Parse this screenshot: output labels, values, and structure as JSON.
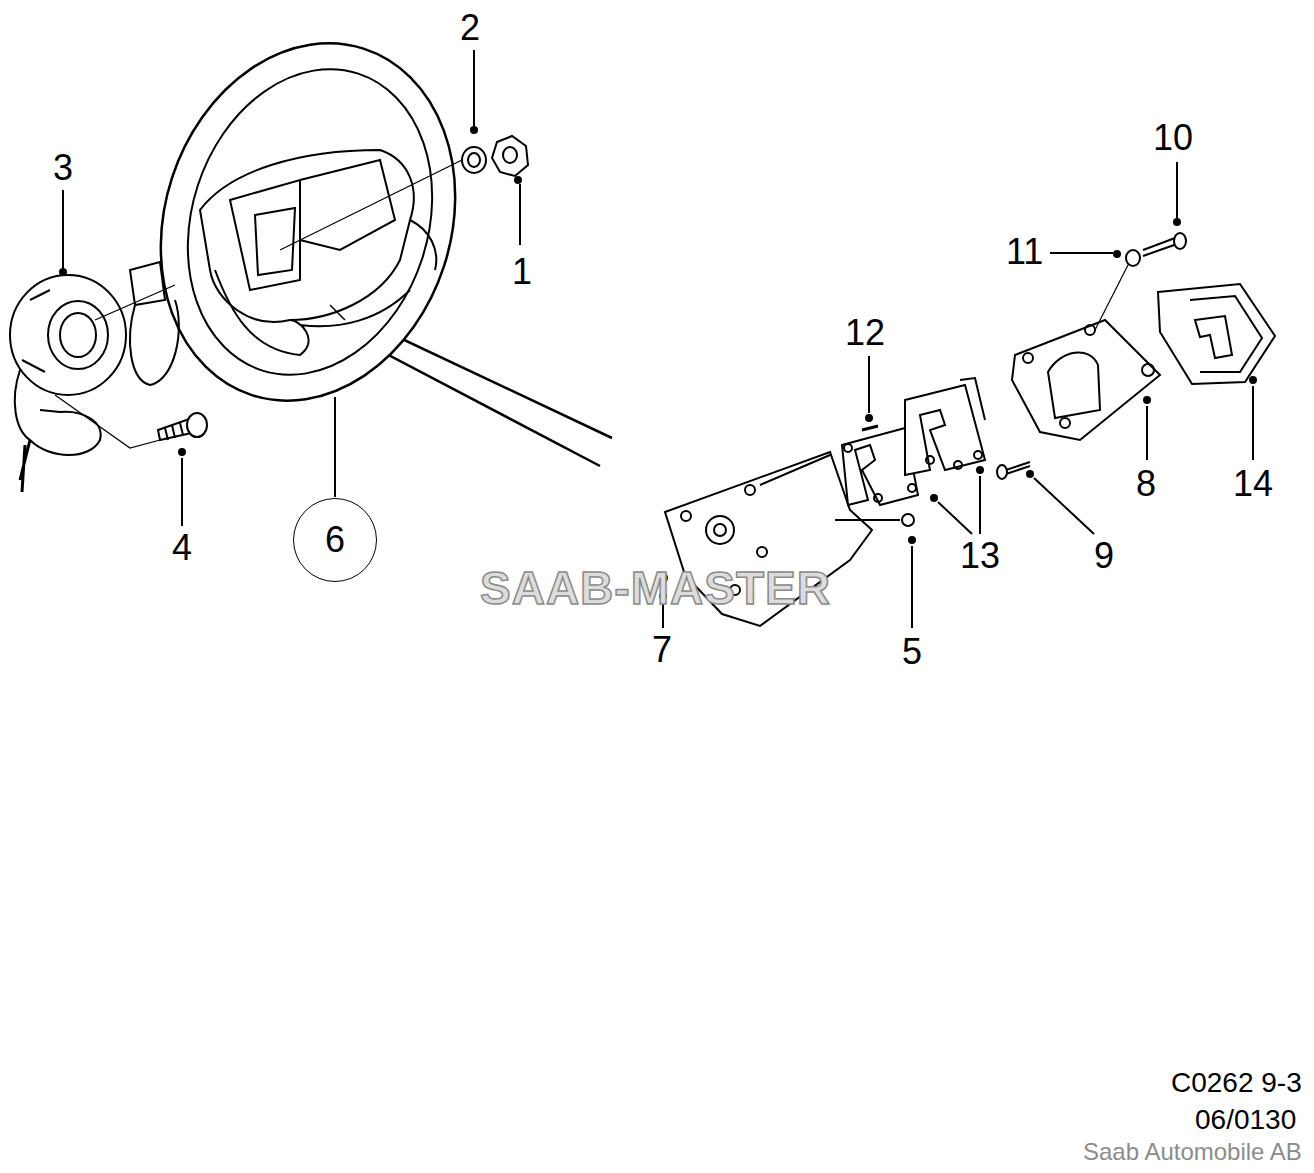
{
  "diagram": {
    "nodes": [
      {
        "text": [
          "6"
        ]
      }
    ],
    "labels": [
      "2",
      "10",
      "3",
      "11",
      "1",
      "12",
      "8",
      "14",
      "13",
      "9",
      "4",
      "5",
      "7",
      "SAAB-MASTER",
      "C0262 9-3",
      "06/0130",
      "Saab Automobile AB"
    ]
  }
}
